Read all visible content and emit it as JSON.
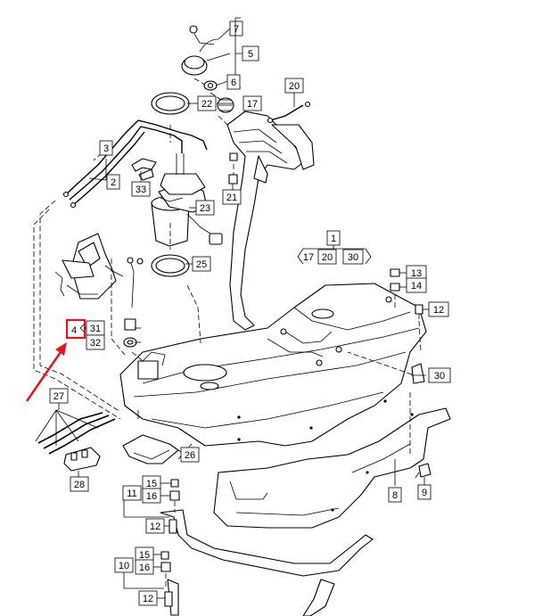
{
  "callouts": {
    "c1": "1",
    "c2": "2",
    "c3": "3",
    "c4": "4",
    "c5": "5",
    "c6": "6",
    "c7": "7",
    "c8": "8",
    "c9": "9",
    "c10": "10",
    "c11": "11",
    "c12a": "12",
    "c12b": "12",
    "c12c": "12",
    "c13": "13",
    "c14": "14",
    "c15a": "15",
    "c15b": "15",
    "c16a": "16",
    "c16b": "16",
    "c17a": "17",
    "c17b": "17",
    "c20a": "20",
    "c20b": "20",
    "c21": "21",
    "c22": "22",
    "c23": "23",
    "c25": "25",
    "c26": "26",
    "c27": "27",
    "c28": "28",
    "c30a": "30",
    "c30b": "30",
    "c31": "31",
    "c32": "32",
    "c33": "33"
  },
  "highlight": {
    "color": "#e3161b",
    "target": "4"
  },
  "colors": {
    "line": "#000000",
    "background": "#ffffff",
    "shade": "#d9d9d9"
  }
}
